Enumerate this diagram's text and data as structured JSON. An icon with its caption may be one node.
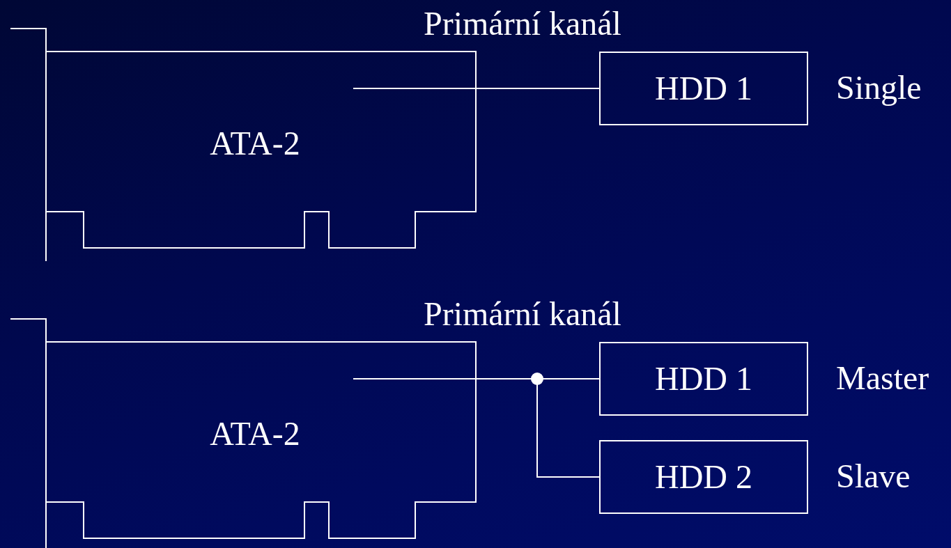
{
  "diagram": {
    "nodes": [
      {
        "text": [
          "ATA-2"
        ],
        "beside": [
          "Primární kanál"
        ]
      },
      {
        "text": [
          "HDD 1"
        ],
        "beside": [
          "Single"
        ]
      },
      {
        "text": [
          "ATA-2"
        ],
        "beside": [
          "Primární kanál"
        ]
      },
      {
        "text": [
          "HDD 1"
        ],
        "beside": [
          "Master"
        ]
      },
      {
        "text": [
          "HDD 2"
        ],
        "beside": [
          "Slave"
        ]
      }
    ],
    "edges": [
      {
        "from": 0,
        "to": 1,
        "arrow": "none"
      },
      {
        "from": 2,
        "to": 3,
        "arrow": "none"
      },
      {
        "from": 2,
        "to": 4,
        "arrow": "none"
      }
    ]
  }
}
